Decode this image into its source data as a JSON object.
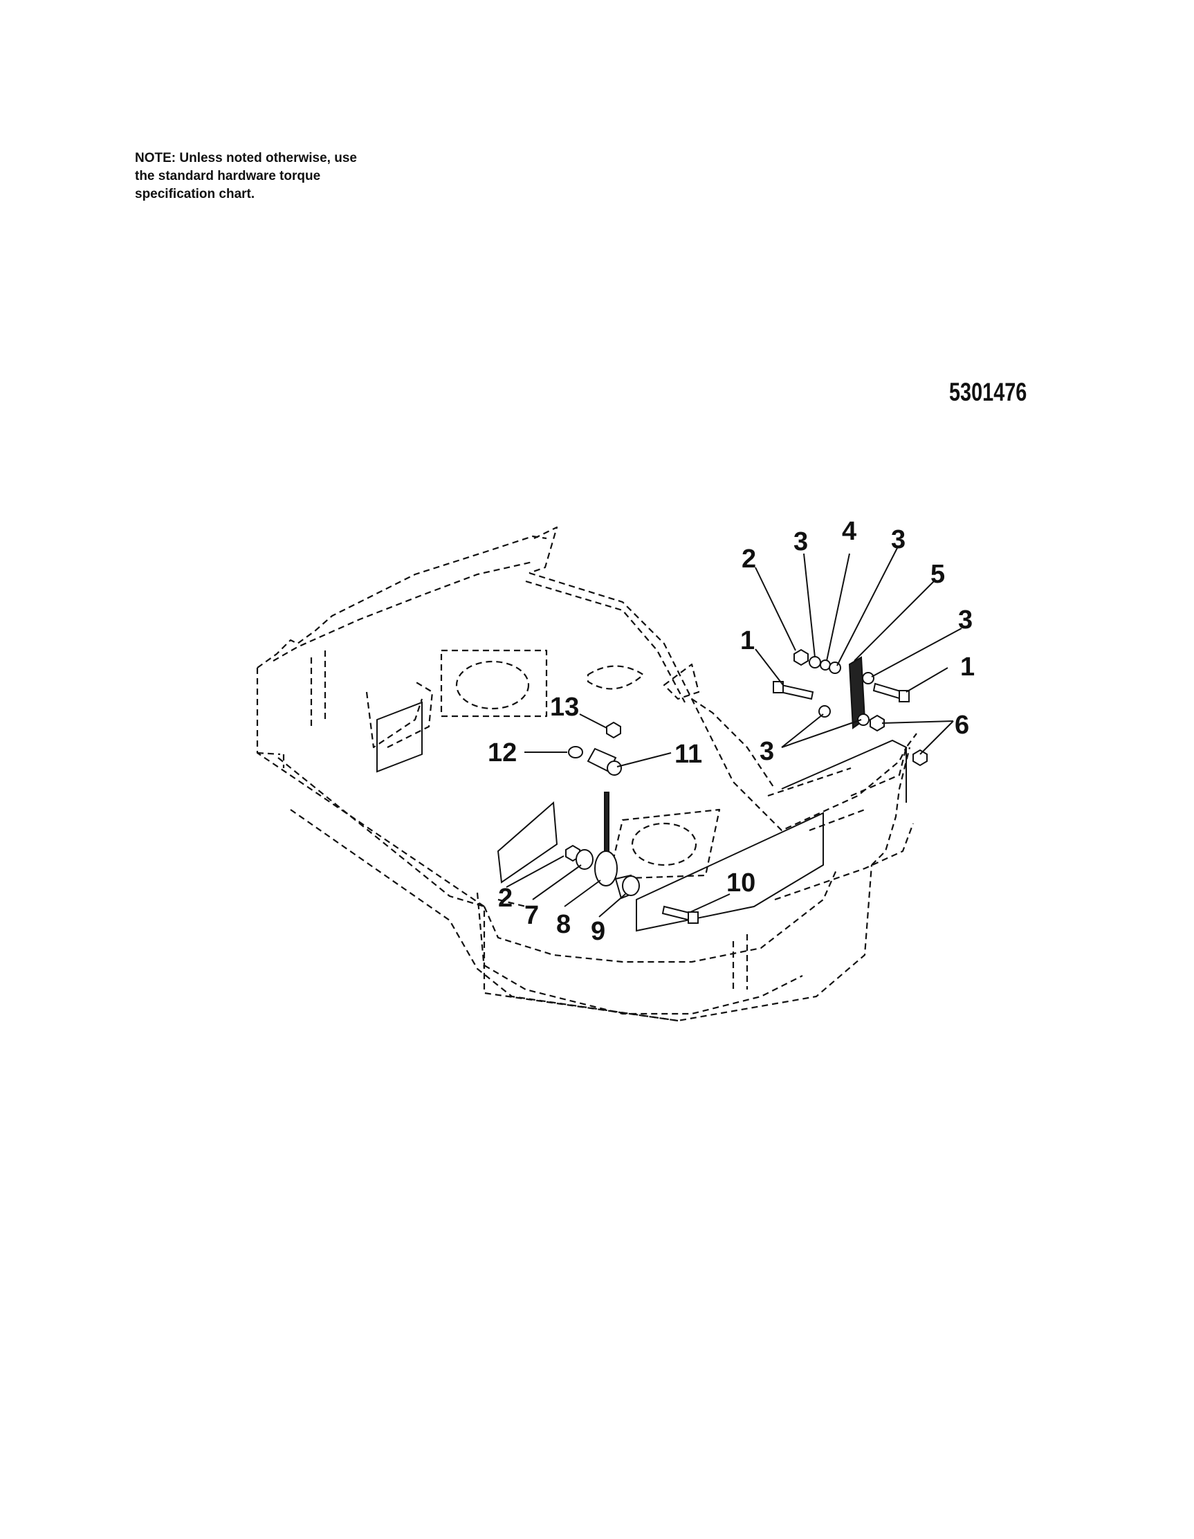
{
  "note": {
    "lines": [
      "NOTE: Unless noted otherwise, use",
      "the standard hardware torque",
      "specification chart."
    ]
  },
  "diagram_number": "5301476",
  "callouts": {
    "c1a": "1",
    "c1b": "1",
    "c2a": "2",
    "c2b": "2",
    "c3a": "3",
    "c3b": "3",
    "c3c": "3",
    "c3d": "3",
    "c4": "4",
    "c5": "5",
    "c6": "6",
    "c7": "7",
    "c8": "8",
    "c9": "9",
    "c10": "10",
    "c11": "11",
    "c12": "12",
    "c13": "13"
  }
}
